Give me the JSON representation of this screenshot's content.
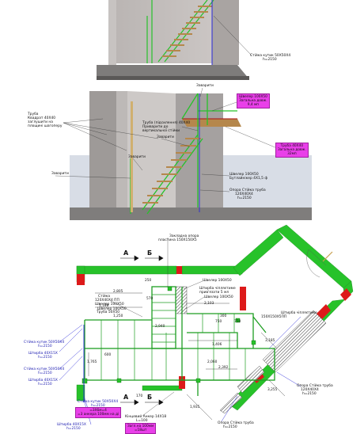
{
  "render1": {
    "labels": {
      "stoyka_kutnyk": "Стійка кутик 50Х50Х4",
      "stoyka_kutnyk_h": "h=2150"
    }
  },
  "render2": {
    "labels": {
      "zavaryty_top": "Заварити",
      "zavaryty_right": "Заварити",
      "zavaryty_mid": "Заварити",
      "zavaryty_left": "Заварити",
      "truba_kvadrat_1": "Труба",
      "truba_kvadrat_2": "Квадрат 40Х40",
      "truba_kvadrat_3": "заглушити на",
      "truba_kvadrat_4": "площині шагоперу",
      "truba_pidsyl_1": "Труба (підсилення) 40Х40",
      "truba_pidsyl_2": "Приварити до",
      "truba_pidsyl_3": "вертикальної стійки",
      "shveller_1": "Швелер 100Х50",
      "shveller_2": "Бутлайнікер 4Х1,5 ф",
      "opora_1": "Опора Стійка труба",
      "opora_2": "120Х40Х4",
      "opora_3": "h=2150"
    },
    "tags": {
      "tag1": [
        "Швелер 100Х50",
        "Загальна довж.",
        "9,4 мп"
      ],
      "tag2": [
        "Труба 40Х40",
        "Загальна довж.",
        "32мп"
      ]
    }
  },
  "plan": {
    "section_a": "А",
    "section_b": "Б",
    "labels": {
      "zakladna_1": "Закладна опора",
      "zakladna_2": "пластина 150Х150Х5",
      "shveller_a": "Швелер 100Х50",
      "shveller_b": "Швелер 100Х50",
      "shveller_c": "Швелер 100Х50",
      "shveller_d": "Швелер 100Х50",
      "stiyka_1": "Стійка",
      "stiyka_2": "120Х40Х4 ПП",
      "truba_5050": "Труба 50Х50",
      "shtyrba_1": "Штирба чіпляєтиме",
      "shtyrba_2": "прив'язати 5 мл",
      "shtyrba_3": "Штирба чіпляєтиме",
      "shtyrba_4": "150Х150Х5ПП",
      "opora_r1": "Опора Стійка труба",
      "opora_r2": "120Х40Х4",
      "opora_r3": "h=2150",
      "opora_b1": "Опора Стійка труба",
      "opora_b2": "h=2150",
      "left_1a": "Стійка кутик 50Х50Х4",
      "left_1b": "h=2150",
      "left_2a": "Штирба 40Х15Х",
      "left_2b": "h=2150",
      "left_3a": "Стійка кутик 50Х50Х4",
      "left_3b": "h=2150",
      "left_4a": "Штирба 40Х15Х",
      "left_4b": "h=2150",
      "bot_1a": "Стійка кутик 50Х50Х4",
      "bot_1b": "h=2150",
      "bot_2a": "Штирба 40Х15Х",
      "bot_2b": "h=2150",
      "kin_1": "Кінцевий Анкер 14Х18",
      "kin_2": "L=100"
    },
    "tags": {
      "tag_left": [
        "=3Х6м=4",
        "=3 анкера 100мм на ді"
      ],
      "tag_bottom": [
        "Загл.на 100мм",
        "=18шт"
      ]
    },
    "dims": {
      "d2805": "2,805",
      "d1180": "1,180",
      "d1250": "1,250",
      "d250": "250",
      "d570": "570",
      "d300": "300",
      "d2103": "2,103",
      "d2940": "2,940",
      "d1406": "1,406",
      "d750a": "750",
      "d750b": "750",
      "d2392": "2,392",
      "d2060": "2,060",
      "d600": "600",
      "d170": "170",
      "d3185": "3,185",
      "d3255": "3,255",
      "d1935": "1,935",
      "d1765": "1,765"
    }
  },
  "colors": {
    "green": "#27c22a",
    "red": "#dd1a1a",
    "magenta_tag": "#e93fe9",
    "blue_line": "#2a2ad8",
    "hatch": "#444444"
  }
}
